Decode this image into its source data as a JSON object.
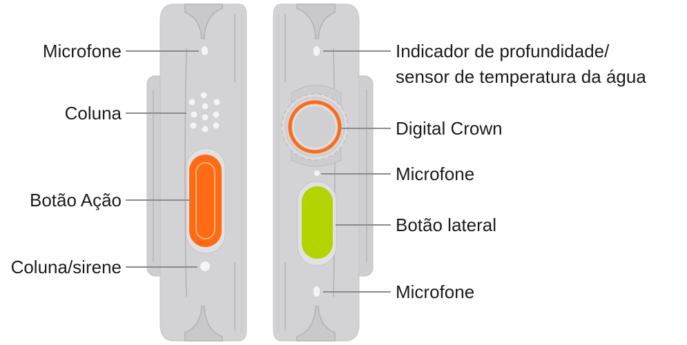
{
  "labels": {
    "left": {
      "microphone": "Microfone",
      "speaker": "Coluna",
      "action_button": "Botão Ação",
      "speaker_siren": "Coluna/sirene"
    },
    "right": {
      "depth_line1": "Indicador de profundidade/",
      "depth_line2": "sensor de temperatura da água",
      "digital_crown": "Digital Crown",
      "microphone_upper": "Microfone",
      "side_button": "Botão lateral",
      "microphone_lower": "Microfone"
    }
  },
  "colors": {
    "case": "#d3d3d5",
    "case_edge": "#c3c3c5",
    "case_line": "#b2b2b5",
    "action_button": "#ff6b14",
    "crown_ring": "#ff6b14",
    "side_button": "#b4d400",
    "leader_line": "#8a8a8a"
  }
}
